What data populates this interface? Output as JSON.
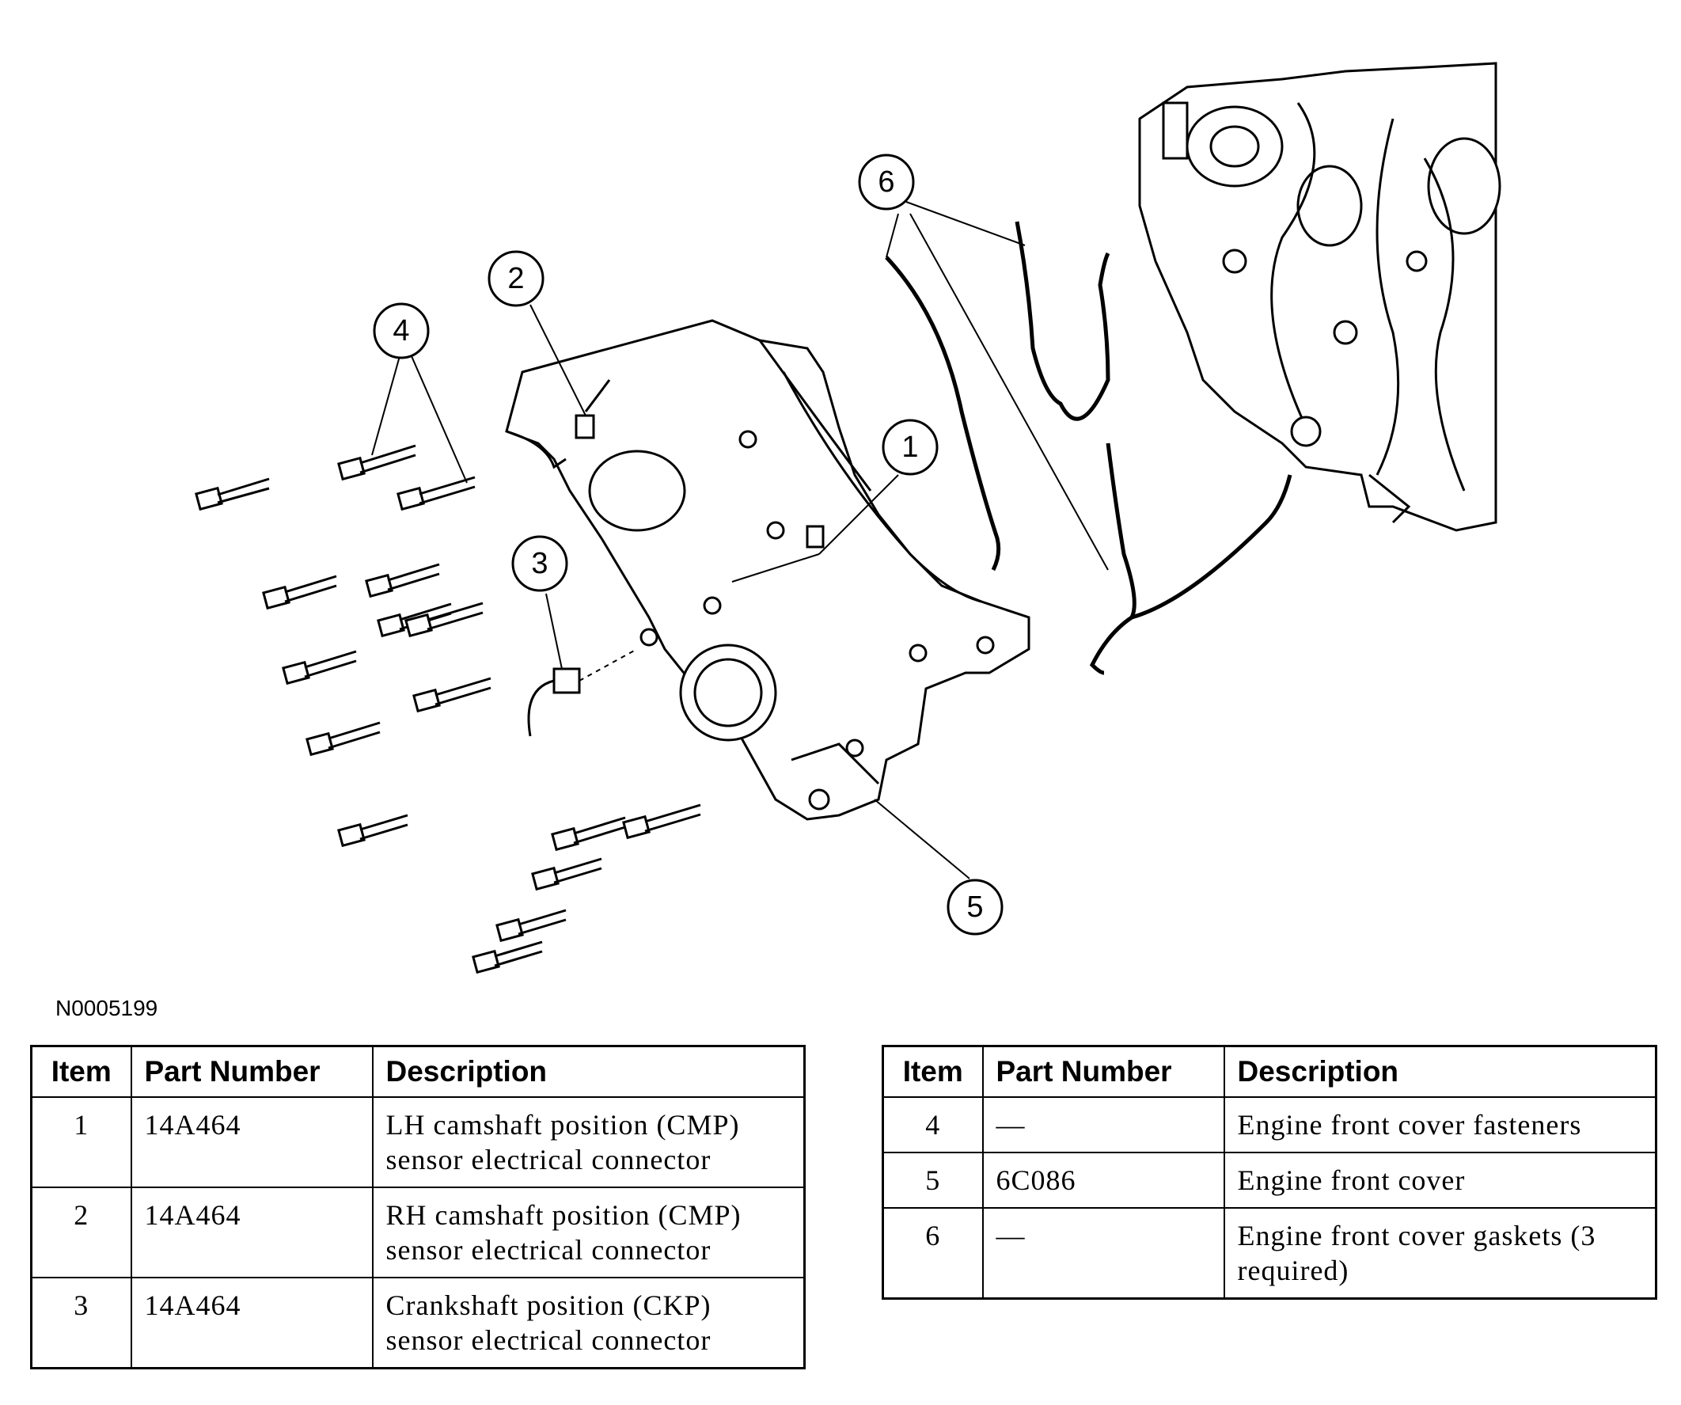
{
  "figure_id": "N0005199",
  "callouts": [
    "1",
    "2",
    "3",
    "4",
    "5",
    "6"
  ],
  "tables": [
    {
      "headers": [
        "Item",
        "Part Number",
        "Description"
      ],
      "rows": [
        [
          "1",
          "14A464",
          "LH camshaft position (CMP) sensor electrical connector"
        ],
        [
          "2",
          "14A464",
          "RH camshaft position (CMP) sensor electrical connector"
        ],
        [
          "3",
          "14A464",
          "Crankshaft position (CKP) sensor electrical connector"
        ]
      ]
    },
    {
      "headers": [
        "Item",
        "Part Number",
        "Description"
      ],
      "rows": [
        [
          "4",
          "—",
          "Engine front cover fasteners"
        ],
        [
          "5",
          "6C086",
          "Engine front cover"
        ],
        [
          "6",
          "—",
          "Engine front cover gaskets (3 required)"
        ]
      ]
    }
  ]
}
